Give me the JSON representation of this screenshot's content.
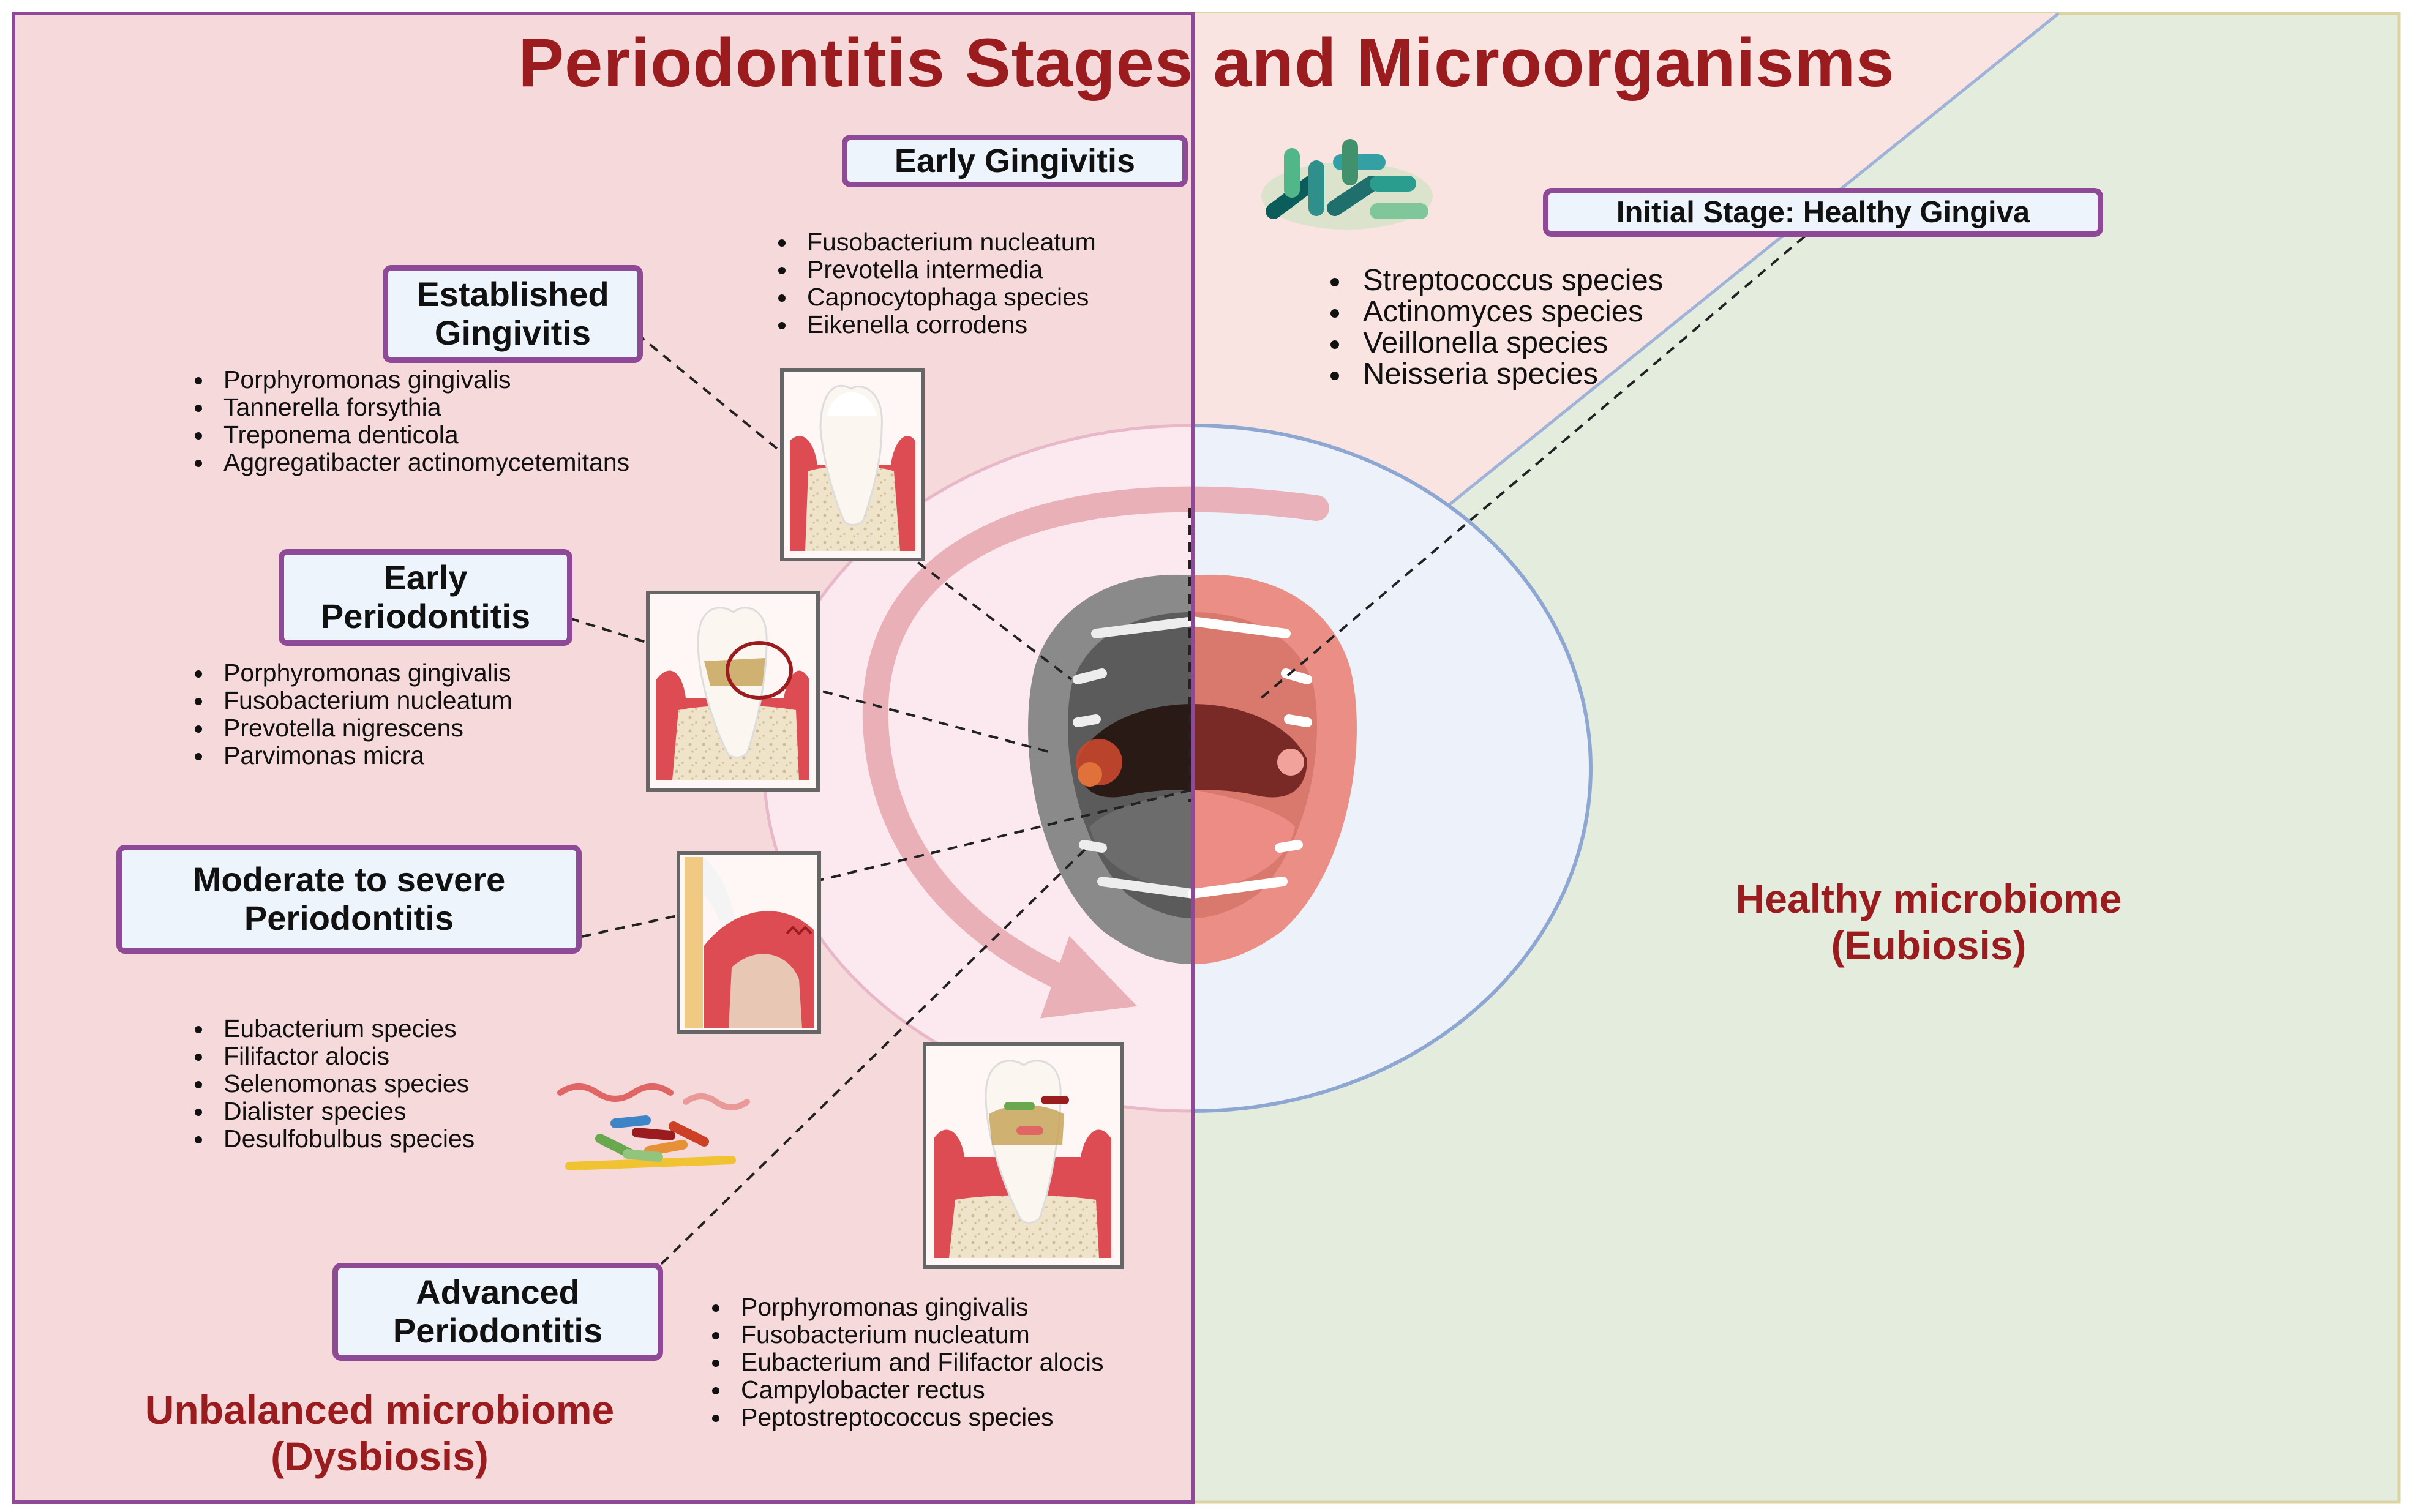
{
  "title": "Periodontitis Stages and Microorganisms",
  "stages": {
    "early_gingivitis": {
      "label": "Early Gingivitis",
      "bacteria": [
        "Fusobacterium nucleatum",
        "Prevotella intermedia",
        "Capnocytophaga species",
        "Eikenella corrodens"
      ]
    },
    "established_gingivitis": {
      "label_line1": "Established",
      "label_line2": "Gingivitis",
      "bacteria": [
        "Porphyromonas gingivalis",
        "Tannerella forsythia",
        "Treponema denticola",
        "Aggregatibacter actinomycetemitans"
      ]
    },
    "early_periodontitis": {
      "label_line1": "Early",
      "label_line2": "Periodontitis",
      "bacteria": [
        "Porphyromonas gingivalis",
        "Fusobacterium nucleatum",
        "Prevotella nigrescens",
        "Parvimonas micra"
      ]
    },
    "moderate_severe_periodontitis": {
      "label_line1": "Moderate to severe",
      "label_line2": "Periodontitis",
      "bacteria": [
        "Eubacterium species",
        "Filifactor alocis",
        "Selenomonas species",
        "Dialister species",
        "Desulfobulbus species"
      ]
    },
    "advanced_periodontitis": {
      "label_line1": "Advanced",
      "label_line2": "Periodontitis",
      "bacteria": [
        "Porphyromonas gingivalis",
        "Fusobacterium nucleatum",
        "Eubacterium and Filifactor alocis",
        "Campylobacter rectus",
        "Peptostreptococcus species"
      ]
    },
    "healthy_gingiva": {
      "label": "Initial Stage: Healthy Gingiva",
      "bacteria": [
        "Streptococcus species",
        "Actinomyces species",
        "Veillonella species",
        "Neisseria species"
      ]
    }
  },
  "dysbiosis": {
    "line1": "Unbalanced microbiome",
    "line2": "(Dysbiosis)"
  },
  "eubiosis": {
    "line1": "Healthy microbiome",
    "line2": "(Eubiosis)"
  },
  "colors": {
    "dysbiosis_panel": "#f6d9da",
    "eubiosis_panel": "#e4ecdd",
    "healthy_wedge": "#f9e4e1",
    "box_border": "#8e4a97",
    "title": "#9a1c1f",
    "gum": "#dc4c52",
    "bone": "#eee1c6"
  }
}
